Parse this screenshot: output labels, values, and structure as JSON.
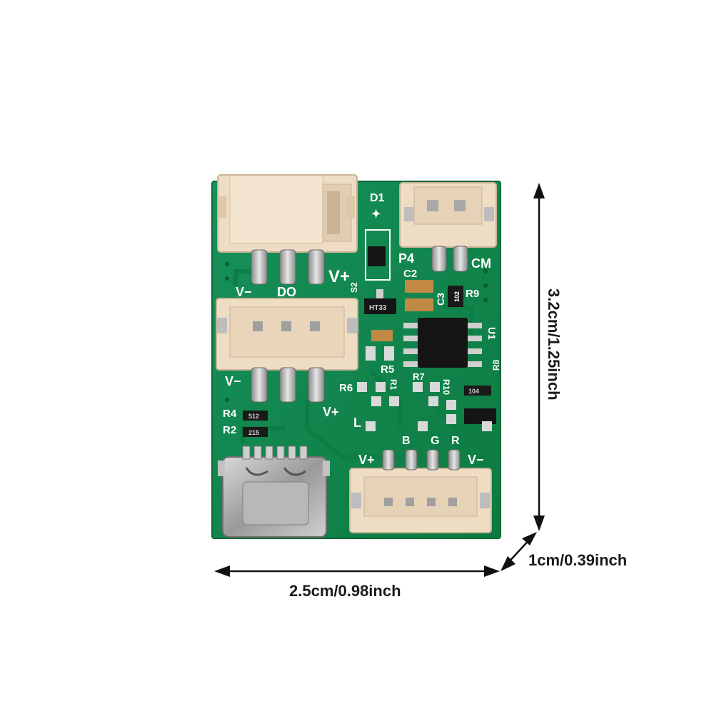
{
  "dimensions": {
    "width": "2.5cm/0.98inch",
    "height": "3.2cm/1.25inch",
    "depth": "1cm/0.39inch"
  },
  "silkscreen": {
    "d1": "D1",
    "p4": "P4",
    "cm": "CM",
    "c2": "C2",
    "r9": "R9",
    "vplus_top": "V+",
    "s2": "S2",
    "c3": "C3",
    "u1": "U1",
    "ht33": "HT33",
    "vminus_1": "V−",
    "do": "DO",
    "r5": "R5",
    "r6": "R6",
    "r1": "R1",
    "r7": "R7",
    "r10": "R10",
    "r8": "R8",
    "vminus_2": "V−",
    "vplus_mid": "V+",
    "l": "L",
    "r4": "R4",
    "r2": "R2",
    "r4_code": "512",
    "r2_code": "215",
    "r9_code": "102",
    "r8_code": "104",
    "b": "B",
    "g": "G",
    "r": "R",
    "vplus_bottom": "V+",
    "vminus_bottom": "V−"
  },
  "colors": {
    "pcb": "#128a4e",
    "connector": "#efdcc4",
    "arrow": "#111111"
  }
}
